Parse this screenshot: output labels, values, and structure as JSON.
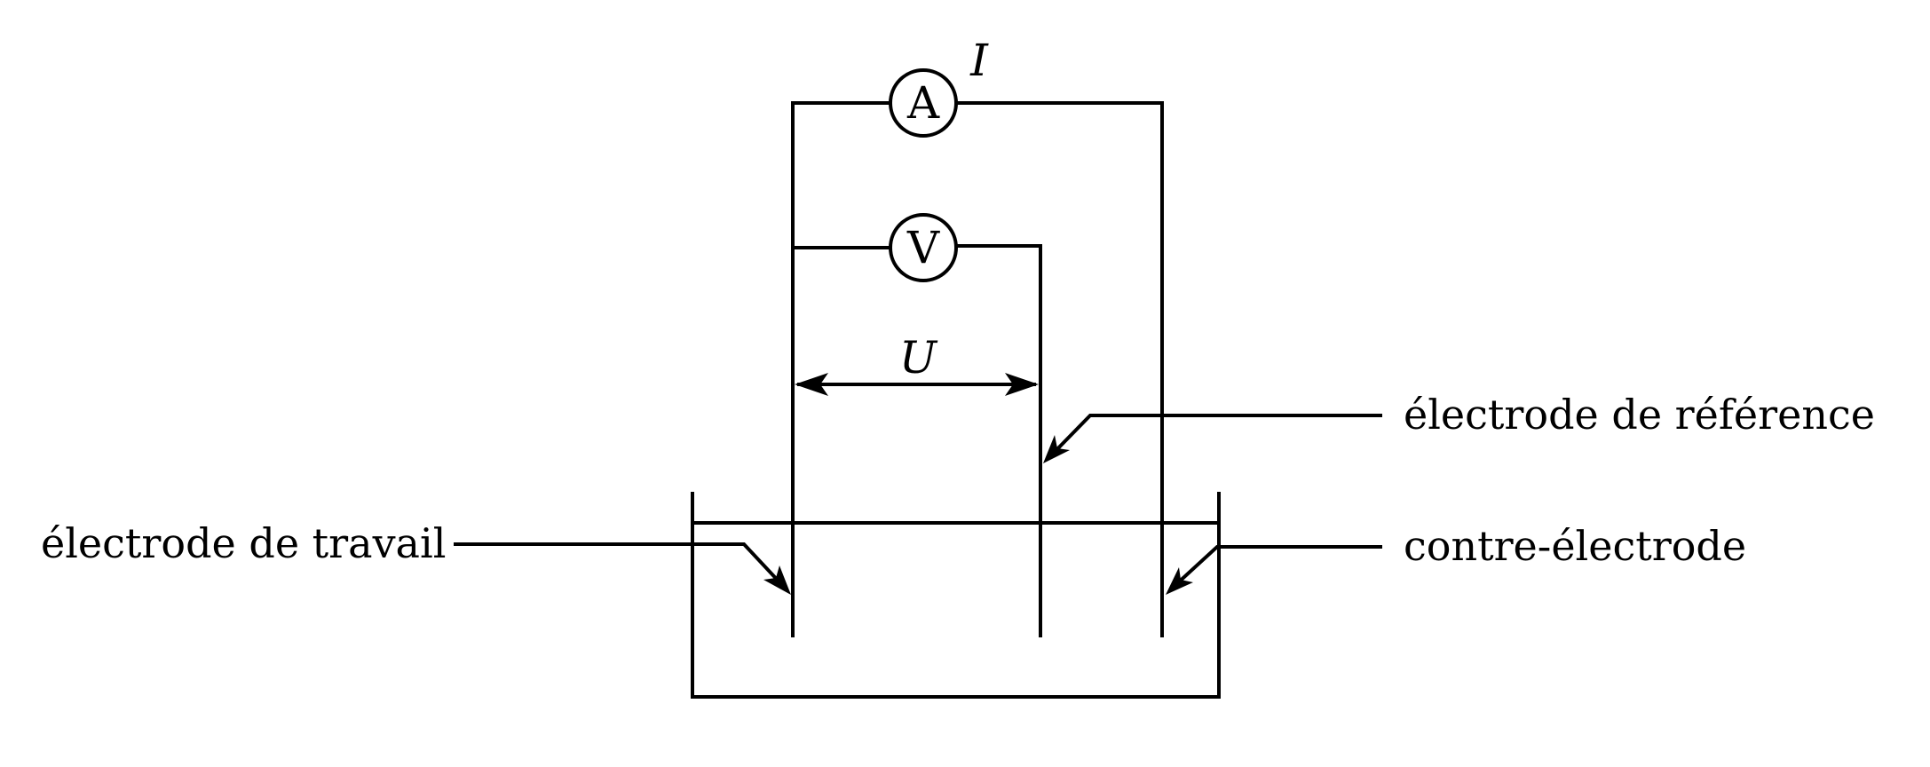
{
  "meters": {
    "ammeter": "A",
    "voltmeter": "V"
  },
  "symbols": {
    "current": "I",
    "voltage": "U"
  },
  "labels": {
    "working_electrode": "électrode de travail",
    "reference_electrode": "électrode de référence",
    "counter_electrode": "contre-électrode"
  }
}
